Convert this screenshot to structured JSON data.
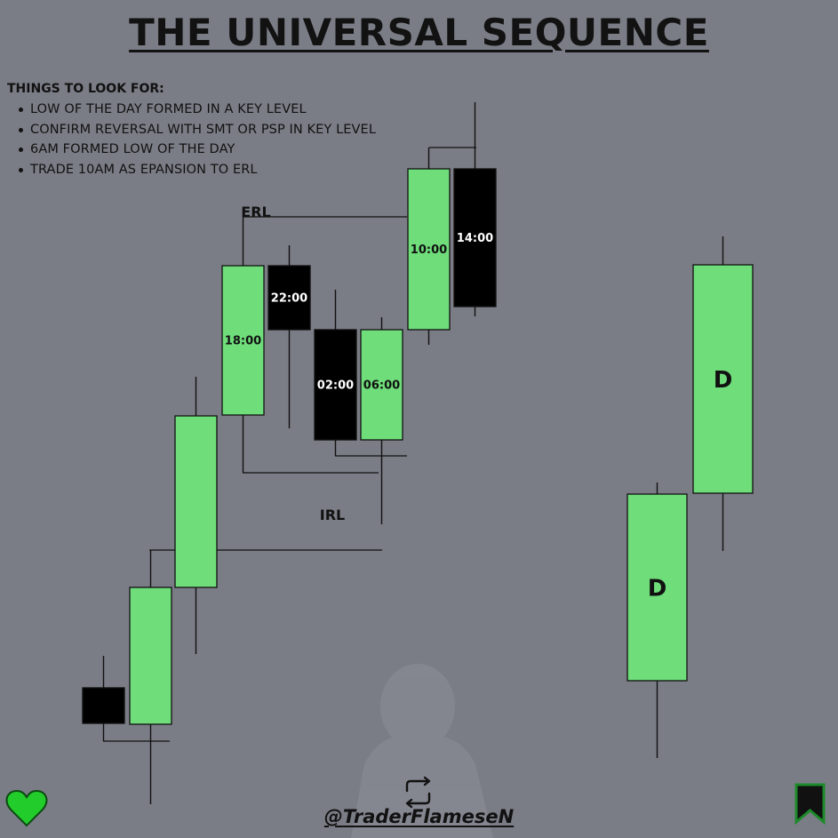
{
  "title": "THE UNIVERSAL SEQUENCE",
  "checklist": {
    "heading": "THINGS TO LOOK FOR:",
    "items": [
      "LOW OF THE DAY FORMED IN A KEY LEVEL",
      "CONFIRM REVERSAL WITH SMT OR PSP IN KEY LEVEL",
      "6AM FORMED LOW OF THE DAY",
      "TRADE 10AM AS EPANSION TO ERL"
    ]
  },
  "labels": {
    "erl": "ERL",
    "irl": "IRL"
  },
  "candles": [
    {
      "label": "",
      "color": "black"
    },
    {
      "label": "",
      "color": "green"
    },
    {
      "label": "",
      "color": "green"
    },
    {
      "label": "18:00",
      "color": "green"
    },
    {
      "label": "22:00",
      "color": "black"
    },
    {
      "label": "02:00",
      "color": "black"
    },
    {
      "label": "06:00",
      "color": "green"
    },
    {
      "label": "10:00",
      "color": "green"
    },
    {
      "label": "14:00",
      "color": "black"
    }
  ],
  "daily_candles": [
    {
      "label": "D",
      "color": "green"
    },
    {
      "label": "D",
      "color": "green"
    }
  ],
  "colors": {
    "background": "#7b7d86",
    "bull": "#6edd7a",
    "bear": "#000000",
    "heart": "#22cc2a",
    "bookmark": "#1c8a2a"
  },
  "icons": [
    "heart-icon",
    "repost-icon",
    "bookmark-icon"
  ],
  "handle": "@TraderFlameseN"
}
